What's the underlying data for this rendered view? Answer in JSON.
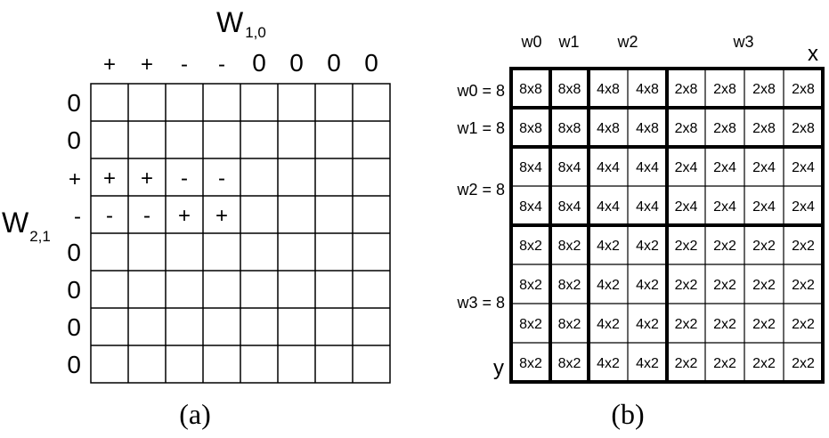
{
  "panel_a": {
    "top_label": {
      "main": "W",
      "sub": "1,0"
    },
    "left_label": {
      "main": "W",
      "sub": "2,1"
    },
    "column_signs": [
      "+",
      "+",
      "-",
      "-",
      "0",
      "0",
      "0",
      "0"
    ],
    "row_signs": [
      "0",
      "0",
      "+",
      "-",
      "0",
      "0",
      "0",
      "0"
    ],
    "cells": [
      [
        "",
        "",
        "",
        "",
        "",
        "",
        "",
        ""
      ],
      [
        "",
        "",
        "",
        "",
        "",
        "",
        "",
        ""
      ],
      [
        "+",
        "+",
        "-",
        "-",
        "",
        "",
        "",
        ""
      ],
      [
        "-",
        "-",
        "+",
        "+",
        "",
        "",
        "",
        ""
      ],
      [
        "",
        "",
        "",
        "",
        "",
        "",
        "",
        ""
      ],
      [
        "",
        "",
        "",
        "",
        "",
        "",
        "",
        ""
      ],
      [
        "",
        "",
        "",
        "",
        "",
        "",
        "",
        ""
      ],
      [
        "",
        "",
        "",
        "",
        "",
        "",
        "",
        ""
      ]
    ],
    "caption": "(a)"
  },
  "panel_b": {
    "column_group_labels": [
      "w0",
      "w1",
      "w2",
      "w3"
    ],
    "row_group_labels": [
      "w0 = 8",
      "w1 = 8",
      "w2 = 8",
      "w3 = 8"
    ],
    "x_label": "x",
    "y_label": "y",
    "cells": [
      [
        "8x8",
        "8x8",
        "4x8",
        "4x8",
        "2x8",
        "2x8",
        "2x8",
        "2x8"
      ],
      [
        "8x8",
        "8x8",
        "4x8",
        "4x8",
        "2x8",
        "2x8",
        "2x8",
        "2x8"
      ],
      [
        "8x4",
        "8x4",
        "4x4",
        "4x4",
        "2x4",
        "2x4",
        "2x4",
        "2x4"
      ],
      [
        "8x4",
        "8x4",
        "4x4",
        "4x4",
        "2x4",
        "2x4",
        "2x4",
        "2x4"
      ],
      [
        "8x2",
        "8x2",
        "4x2",
        "4x2",
        "2x2",
        "2x2",
        "2x2",
        "2x2"
      ],
      [
        "8x2",
        "8x2",
        "4x2",
        "4x2",
        "2x2",
        "2x2",
        "2x2",
        "2x2"
      ],
      [
        "8x2",
        "8x2",
        "4x2",
        "4x2",
        "2x2",
        "2x2",
        "2x2",
        "2x2"
      ],
      [
        "8x2",
        "8x2",
        "4x2",
        "4x2",
        "2x2",
        "2x2",
        "2x2",
        "2x2"
      ]
    ],
    "caption": "(b)"
  }
}
